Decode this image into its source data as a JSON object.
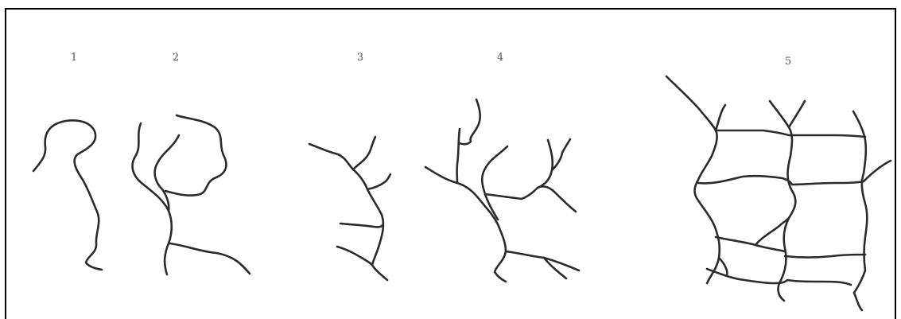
{
  "figure": {
    "panels": [
      {
        "id": "panel-1",
        "label": "1"
      },
      {
        "id": "panel-2",
        "label": "2"
      },
      {
        "id": "panel-3",
        "label": "3"
      },
      {
        "id": "panel-4",
        "label": "4"
      },
      {
        "id": "panel-5",
        "label": "5"
      }
    ],
    "line_color": "#2b2b2b",
    "background_color": "#ffffff"
  }
}
